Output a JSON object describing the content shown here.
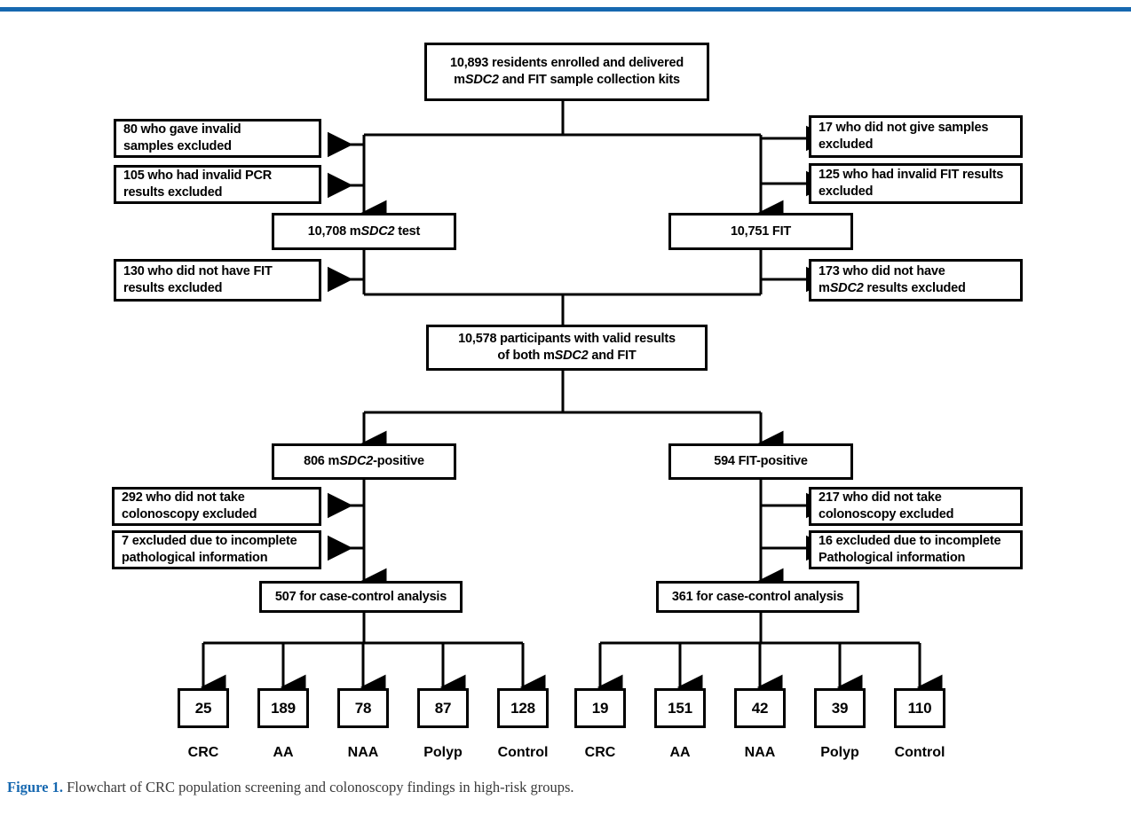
{
  "figure": {
    "label": "Figure 1.",
    "caption": "Flowchart of CRC population screening and colonoscopy findings in high-risk groups.",
    "accent_color": "#1668b0",
    "line_color": "#000000",
    "background": "#ffffff"
  },
  "chart_data": {
    "type": "diagram",
    "title": "Flowchart of CRC population screening and colonoscopy findings in high-risk groups.",
    "nodes": {
      "enrolled": {
        "line1": "10,893 residents enrolled and delivered",
        "line2_pre": "m",
        "line2_ital": "SDC2",
        "line2_post": " and FIT sample collection kits",
        "value": 10893
      },
      "excl_invalid_samples": {
        "line1": "80 who gave invalid",
        "line2": "samples excluded",
        "value": 80
      },
      "excl_invalid_pcr": {
        "line1": "105 who had invalid PCR",
        "line2": "results excluded",
        "value": 105
      },
      "excl_no_samples": {
        "line1": "17 who did not give samples",
        "line2": "excluded",
        "value": 17
      },
      "excl_invalid_fit": {
        "line1": "125 who had invalid FIT results",
        "line2": "excluded",
        "value": 125
      },
      "msdc2_test": {
        "pre": "10,708 m",
        "ital": "SDC2",
        "post": " test",
        "value": 10708
      },
      "fit_test": {
        "pre": "10,751 FIT",
        "ital": "",
        "post": "",
        "value": 10751
      },
      "excl_no_fit_results": {
        "line1": "130 who did not have FIT",
        "line2": "results excluded",
        "value": 130
      },
      "excl_no_msdc2_results": {
        "line1": "173 who did not have",
        "line2_pre": "m",
        "line2_ital": "SDC2",
        "line2_post": " results excluded",
        "value": 173
      },
      "participants": {
        "line1": "10,578 participants with valid results",
        "line2_pre": "of both m",
        "line2_ital": "SDC2",
        "line2_post": " and FIT",
        "value": 10578
      },
      "msdc2_positive": {
        "pre": "806 m",
        "ital": "SDC2",
        "post": "-positive",
        "value": 806
      },
      "fit_positive": {
        "pre": "594 FIT-positive",
        "ital": "",
        "post": "",
        "value": 594
      },
      "excl_no_colono_left": {
        "line1": "292 who did not take",
        "line2": "colonoscopy excluded",
        "value": 292
      },
      "excl_incomplete_path_left": {
        "line1": "7 excluded due to incomplete",
        "line2": "pathological information",
        "value": 7
      },
      "excl_no_colono_right": {
        "line1": "217 who did not take",
        "line2": "colonoscopy excluded",
        "value": 217
      },
      "excl_incomplete_path_right": {
        "line1": "16 excluded due to incomplete",
        "line2": "Pathological information",
        "value": 16
      },
      "case_control_left": {
        "text": "507 for case-control analysis",
        "value": 507
      },
      "case_control_right": {
        "text": "361 for case-control analysis",
        "value": 361
      }
    },
    "outcome_categories": [
      "CRC",
      "AA",
      "NAA",
      "Polyp",
      "Control"
    ],
    "outcomes_msdc2": {
      "source": "507 for case-control analysis",
      "counts": [
        25,
        189,
        78,
        87,
        128
      ],
      "labels": [
        "CRC",
        "AA",
        "NAA",
        "Polyp",
        "Control"
      ]
    },
    "outcomes_fit": {
      "source": "361 for case-control analysis",
      "counts": [
        19,
        151,
        42,
        39,
        110
      ],
      "labels": [
        "CRC",
        "AA",
        "NAA",
        "Polyp",
        "Control"
      ]
    }
  }
}
